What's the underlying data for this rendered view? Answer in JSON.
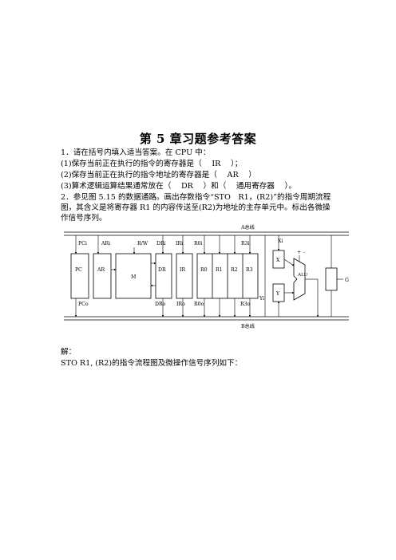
{
  "title": "第 5 章习题参考答案",
  "lines": [
    "1．请在括号内填入适当答案。在 CPU 中：",
    "(1)保存当前正在执行的指令的寄存器是（　 IR　 ）；",
    "(2)保存当前正在执行的指令地址的寄存器是（　 AR　 ）",
    "(3)算术逻辑运算结果通常放在（　 DR　 ）和（　 通用寄存器　 ）。",
    "2．参见图 5.15 的数据通路。画出存数指令“STO　R1，(R2)”的指令周期流程",
    "图，其含义是将寄存器 R1 的内容传送至(R2)为地址的主存单元中。标出各微操",
    "作信号序列。"
  ],
  "diagram": {
    "bus_a": "A总线",
    "bus_b": "B总线",
    "blocks": [
      "PC",
      "AR",
      "M",
      "DR",
      "IR",
      "R0",
      "R1",
      "R2",
      "R3",
      "X",
      "Y",
      "ALU",
      "G"
    ],
    "signals_top": [
      "PCi",
      "ARi",
      "R/W",
      "DRi",
      "IRi",
      "R0i",
      "R3i",
      "Xi"
    ],
    "signals_bottom": [
      "PCo",
      "DRo",
      "IRo",
      "R0o",
      "R3o",
      "Yi"
    ],
    "alu_ops": [
      "+",
      "-"
    ]
  },
  "answer": {
    "heading": "解：",
    "text": "STO R1, (R2)的指令流程图及微操作信号序列如下："
  }
}
